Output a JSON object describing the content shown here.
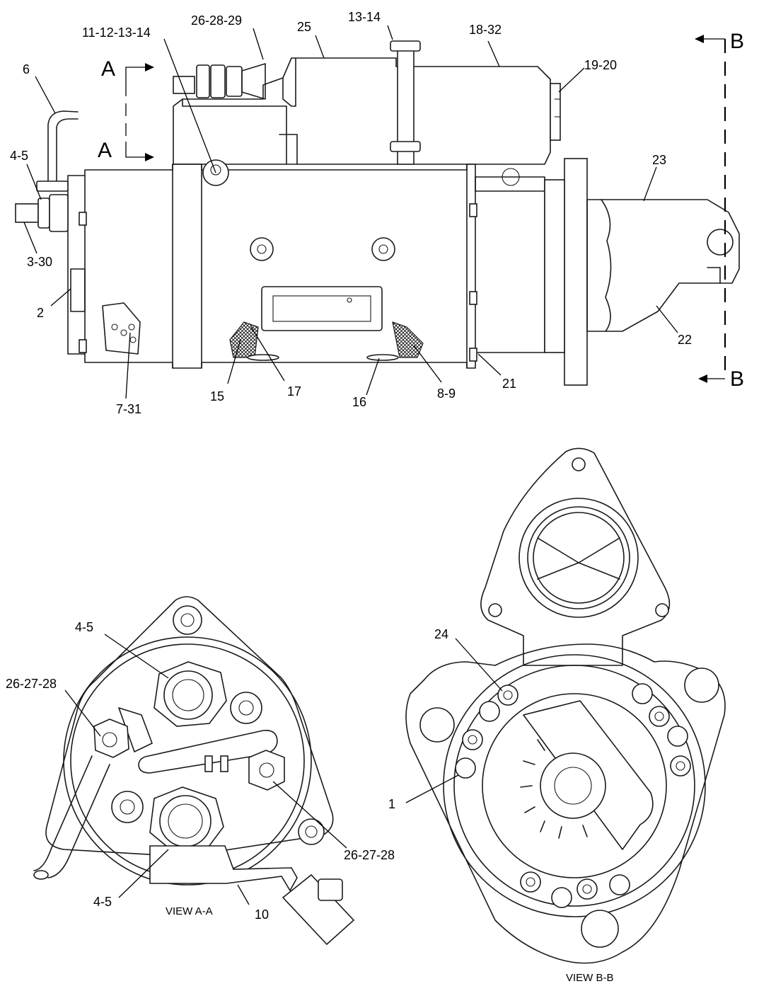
{
  "diagram": {
    "section_markers": {
      "a": "A",
      "b": "B"
    },
    "callouts": {
      "c_11_12_13_14": "11-12-13-14",
      "c_26_28_29": "26-28-29",
      "c_25": "25",
      "c_13_14": "13-14",
      "c_18_32": "18-32",
      "c_19_20": "19-20",
      "c_6": "6",
      "c_4_5_top": "4-5",
      "c_3_30": "3-30",
      "c_2": "2",
      "c_7_31": "7-31",
      "c_15": "15",
      "c_17": "17",
      "c_16": "16",
      "c_8_9": "8-9",
      "c_21": "21",
      "c_23": "23",
      "c_22": "22",
      "c_4_5_upper": "4-5",
      "c_26_27_28_left": "26-27-28",
      "c_26_27_28_right": "26-27-28",
      "c_4_5_lower": "4-5",
      "c_10": "10",
      "c_24": "24",
      "c_1": "1"
    },
    "view_labels": {
      "view_aa": "VIEW A-A",
      "view_bb": "VIEW B-B"
    }
  }
}
